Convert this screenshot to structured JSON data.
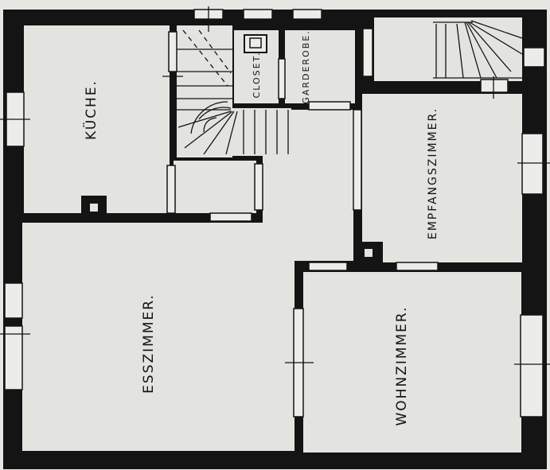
{
  "rooms": {
    "kitchen": "KÜCHE.",
    "closet": "CLOSET.",
    "garderobe": "GARDEROBE.",
    "reception": "EMPFANGSZIMMER.",
    "dining": "ESSZIMMER.",
    "living": "WOHNZIMMER."
  }
}
